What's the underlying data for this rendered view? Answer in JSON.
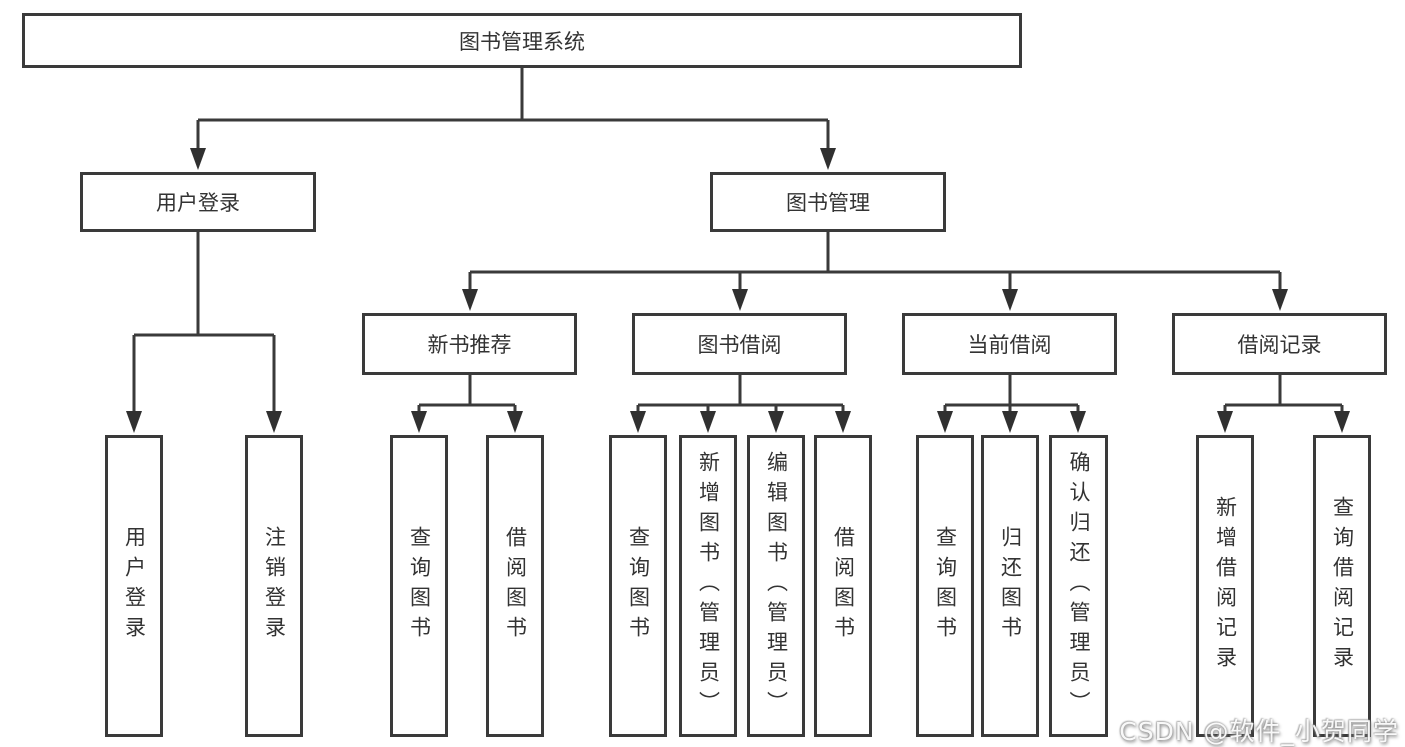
{
  "diagram": {
    "type": "hierarchy-tree",
    "root": {
      "label": "图书管理系统",
      "children": [
        {
          "label": "用户登录",
          "children": [
            {
              "label": "用户登录"
            },
            {
              "label": "注销登录"
            }
          ]
        },
        {
          "label": "图书管理",
          "children": [
            {
              "label": "新书推荐",
              "children": [
                {
                  "label": "查询图书"
                },
                {
                  "label": "借阅图书"
                }
              ]
            },
            {
              "label": "图书借阅",
              "children": [
                {
                  "label": "查询图书"
                },
                {
                  "label": "新增图书（管理员）"
                },
                {
                  "label": "编辑图书（管理员）"
                },
                {
                  "label": "借阅图书"
                }
              ]
            },
            {
              "label": "当前借阅",
              "children": [
                {
                  "label": "查询图书"
                },
                {
                  "label": "归还图书"
                },
                {
                  "label": "确认归还（管理员）"
                }
              ]
            },
            {
              "label": "借阅记录",
              "children": [
                {
                  "label": "新增借阅记录"
                },
                {
                  "label": "查询借阅记录"
                }
              ]
            }
          ]
        }
      ]
    },
    "colors": {
      "line": "#3a3a3a",
      "arrow": "#303030",
      "text": "#333333",
      "box_background": "#ffffff"
    }
  },
  "watermark": {
    "text": "CSDN @软件_小贺同学"
  }
}
